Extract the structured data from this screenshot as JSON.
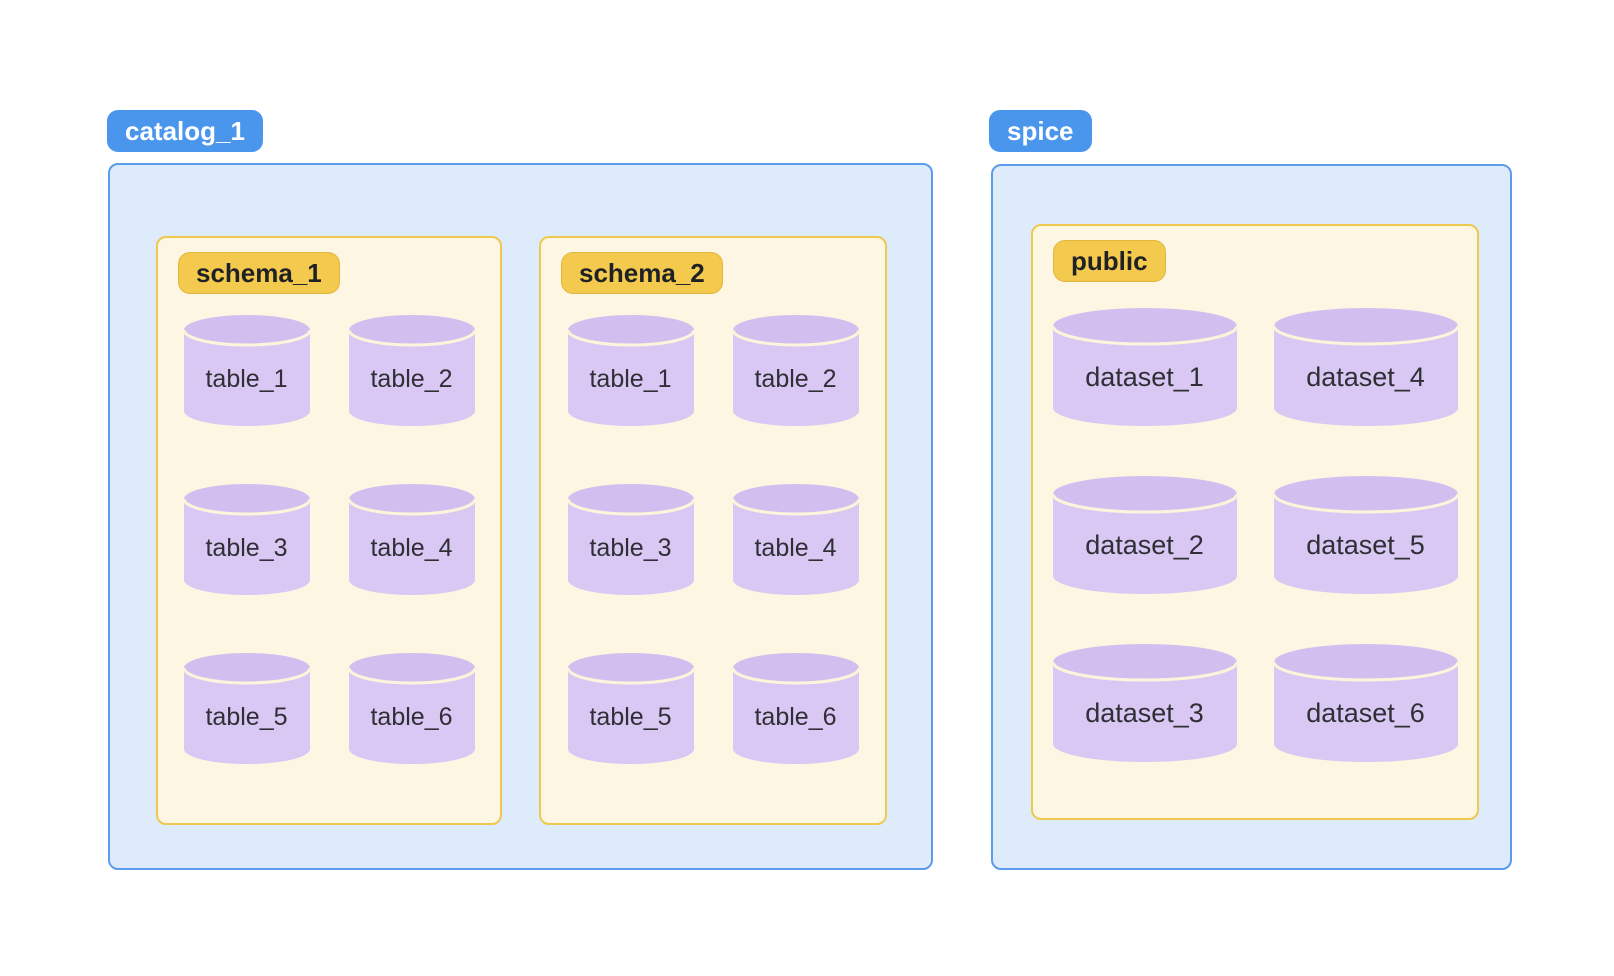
{
  "page": {
    "background": "#ffffff"
  },
  "colors": {
    "page_bg": "#ffffff",
    "blue_badge_bg": "#4B96ED",
    "blue_badge_text": "#ffffff",
    "blue_container_bg": "#DEEBFB",
    "blue_container_border": "#5B9CEC",
    "cream_box_bg": "#FDF6E2",
    "cream_box_border": "#EDC94F",
    "yellow_badge_bg": "#F3CA4E",
    "yellow_badge_border": "#E2B63E",
    "yellow_badge_text": "#1F2124",
    "cylinder_body": "#D9C8F4",
    "cylinder_cap": "#D3BFEF",
    "cylinder_cap_stroke": "#FCF4DB",
    "cylinder_text": "#2F2F35"
  },
  "icons": {
    "cylinder": "database-cylinder-icon"
  },
  "catalogs": [
    {
      "label": "catalog_1",
      "schemas": [
        {
          "label": "schema_1",
          "items": [
            "table_1",
            "table_2",
            "table_3",
            "table_4",
            "table_5",
            "table_6"
          ]
        },
        {
          "label": "schema_2",
          "items": [
            "table_1",
            "table_2",
            "table_3",
            "table_4",
            "table_5",
            "table_6"
          ]
        }
      ]
    },
    {
      "label": "spice",
      "schemas": [
        {
          "label": "public",
          "items": [
            "dataset_1",
            "dataset_4",
            "dataset_2",
            "dataset_5",
            "dataset_3",
            "dataset_6"
          ]
        }
      ]
    }
  ]
}
